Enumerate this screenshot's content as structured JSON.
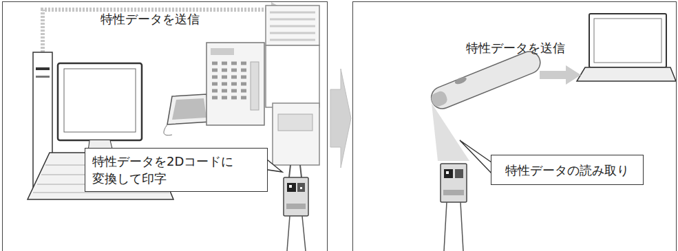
{
  "diagram": {
    "nodes": [
      {
        "text": [
          "特性データを送信"
        ]
      },
      {
        "text": [
          "特性データを2Dコードに 変換して印字"
        ],
        "in": 0
      },
      {
        "text": [
          "特性データを送信"
        ]
      },
      {
        "text": [
          "特性データの読み取り"
        ],
        "in": 2
      }
    ],
    "edges": [
      {
        "from": 0,
        "to": 2,
        "arrow": "to"
      }
    ]
  }
}
